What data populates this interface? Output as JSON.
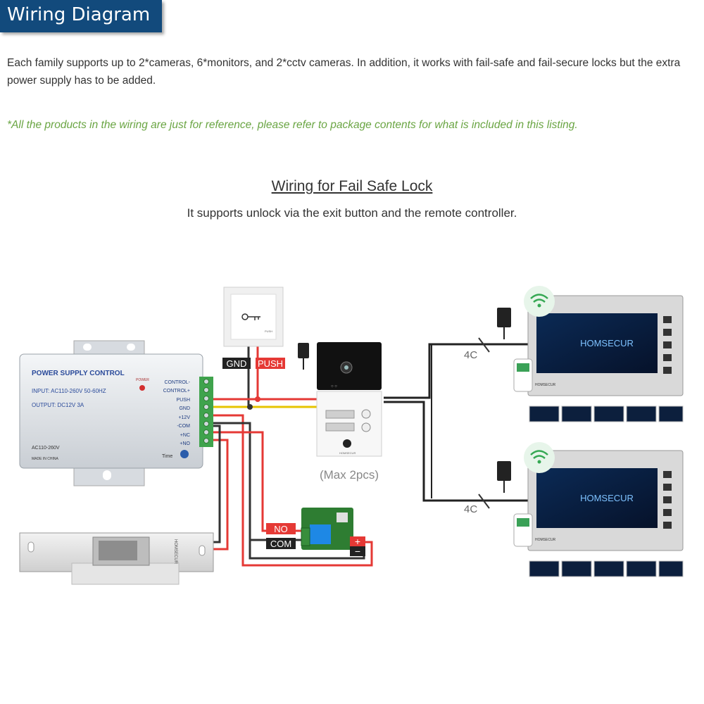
{
  "header": {
    "title": "Wiring Diagram"
  },
  "intro": {
    "text": "Each family supports up to 2*cameras, 6*monitors, and 2*cctv cameras. In addition, it works with fail-safe and fail-secure locks but the extra power supply has to be added."
  },
  "note": {
    "text": "*All the products in the wiring are just for reference, please refer to package contents for what is included in this listing."
  },
  "section": {
    "title": "Wiring for Fail Safe Lock",
    "subtitle": "It supports unlock via the exit button and the remote controller."
  },
  "power_supply": {
    "title": "POWER SUPPLY CONTROL",
    "input": "INPUT: AC110-260V 50-60HZ",
    "output": "OUTPUT: DC12V  3A",
    "power_label": "POWER",
    "ac_label": "AC110-260V",
    "made_in": "MADE IN CHINA",
    "time_label": "Time",
    "terminals": [
      "CONTROL-",
      "CONTROL+",
      "PUSH",
      "GND",
      "+12V",
      "-COM",
      "+NC",
      "+NO"
    ]
  },
  "exit_button": {
    "push_small": "PUSH",
    "gnd_tag": "GND",
    "push_tag": "PUSH"
  },
  "door_station": {
    "brand": "HOMSECUR",
    "max_label": "(Max 2pcs)"
  },
  "relay": {
    "no_tag": "NO",
    "com_tag": "COM",
    "plus": "+",
    "minus": "−"
  },
  "cable_labels": {
    "upper": "4C",
    "lower": "4C"
  },
  "monitors": [
    {
      "brand": "HOMSECUR",
      "small_brand": "HOMSECUR"
    },
    {
      "brand": "HOMSECUR",
      "small_brand": "HOMSECUR"
    }
  ],
  "lock": {
    "brand": "HOMSECUR"
  },
  "colors": {
    "banner": "#124a7c",
    "note_green": "#6aa543",
    "wire_red": "#e53935",
    "wire_yellow": "#e6c400",
    "wire_black": "#222222",
    "wire_gray": "#777777"
  }
}
